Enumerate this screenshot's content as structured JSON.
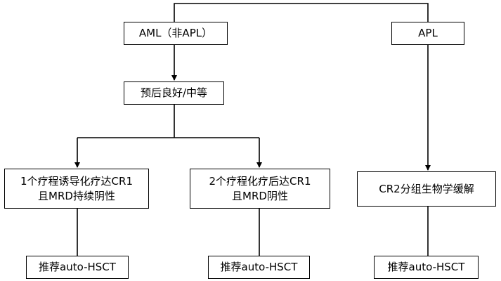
{
  "nodes": {
    "aml": "AML（非APL）",
    "apl": "APL",
    "prognosis": "预后良好/中等",
    "cr1_one_course": [
      "1个疗程诱导化疗达CR1",
      "且MRD持续阴性"
    ],
    "cr1_two_courses": [
      "2个疗程化疗后达CR1",
      "且MRD阴性"
    ],
    "apl_cr2": "CR2分组生物学缓解",
    "recommend_1": "推荐auto-HSCT",
    "recommend_2": "推荐auto-HSCT",
    "recommend_3": "推荐auto-HSCT"
  },
  "colors": {
    "line": "#000000",
    "box_border": "#000000",
    "background": "#ffffff"
  }
}
